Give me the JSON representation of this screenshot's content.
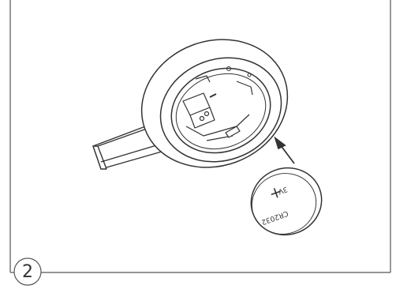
{
  "step": {
    "number": "2"
  },
  "battery": {
    "polarity_symbol": "+",
    "voltage_label": "3V",
    "model_label": "CR2032"
  },
  "colors": {
    "line": "#333333",
    "background": "#ffffff"
  }
}
